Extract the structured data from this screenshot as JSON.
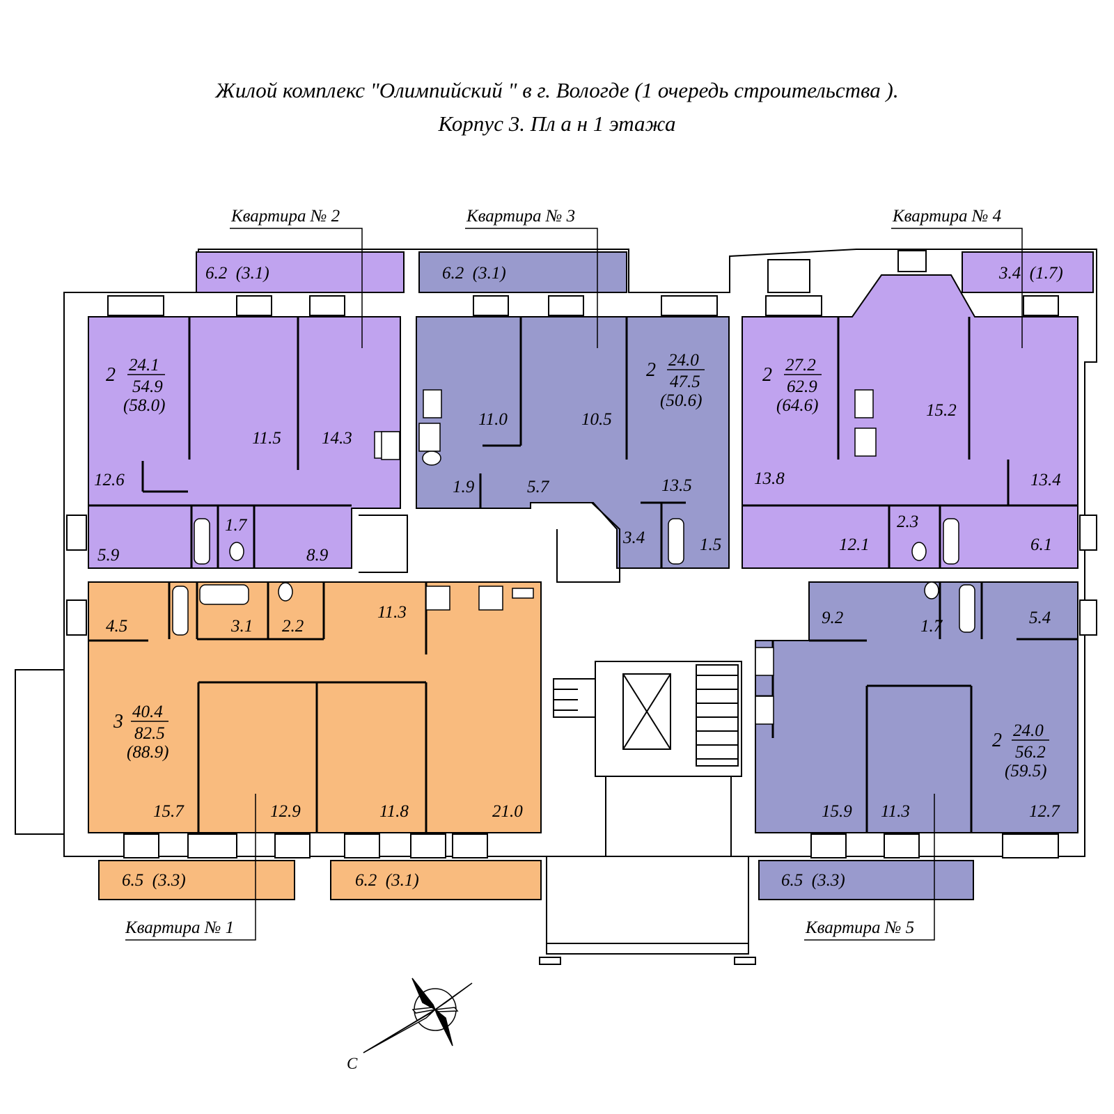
{
  "title": {
    "line1": "Жилой комплекс  \"Олимпийский \" в г. Вологде  (1  очередь строительства ).",
    "line2": "Корпус  3.  Пл а н  1  этажа"
  },
  "colors": {
    "apt1": "#f9bb7e",
    "apt2": "#c0a3ef",
    "apt3": "#999acd",
    "apt4": "#c0a3ef",
    "apt5": "#999acd",
    "walls": "#000000",
    "background": "#ffffff"
  },
  "apartments": [
    {
      "label": "Квартира № 1",
      "rooms": "3",
      "living": "40.4",
      "total": "82.5",
      "total_with_balcony": "(88.9)",
      "areas": [
        "4.5",
        "3.1",
        "2.2",
        "11.3",
        "15.7",
        "12.9",
        "11.8",
        "21.0"
      ],
      "balconies": [
        "6.5  (3.3)",
        "6.2  (3.1)"
      ]
    },
    {
      "label": "Квартира № 2",
      "rooms": "2",
      "living": "24.1",
      "total": "54.9",
      "total_with_balcony": "(58.0)",
      "areas": [
        "11.5",
        "14.3",
        "12.6",
        "1.7",
        "5.9",
        "8.9"
      ],
      "balconies": [
        "6.2  (3.1)"
      ]
    },
    {
      "label": "Квартира № 3",
      "rooms": "2",
      "living": "24.0",
      "total": "47.5",
      "total_with_balcony": "(50.6)",
      "areas": [
        "11.0",
        "10.5",
        "1.9",
        "5.7",
        "13.5",
        "3.4",
        "1.5"
      ],
      "balconies": [
        "6.2  (3.1)"
      ]
    },
    {
      "label": "Квартира № 4",
      "rooms": "2",
      "living": "27.2",
      "total": "62.9",
      "total_with_balcony": "(64.6)",
      "areas": [
        "15.2",
        "13.8",
        "13.4",
        "2.3",
        "12.1",
        "6.1"
      ],
      "balconies": [
        "3.4  (1.7)"
      ]
    },
    {
      "label": "Квартира № 5",
      "rooms": "2",
      "living": "24.0",
      "total": "56.2",
      "total_with_balcony": "(59.5)",
      "areas": [
        "9.2",
        "1.7",
        "5.4",
        "15.9",
        "11.3",
        "12.7"
      ],
      "balconies": [
        "6.5  (3.3)"
      ]
    }
  ],
  "compass": {
    "north_letter": "С"
  }
}
